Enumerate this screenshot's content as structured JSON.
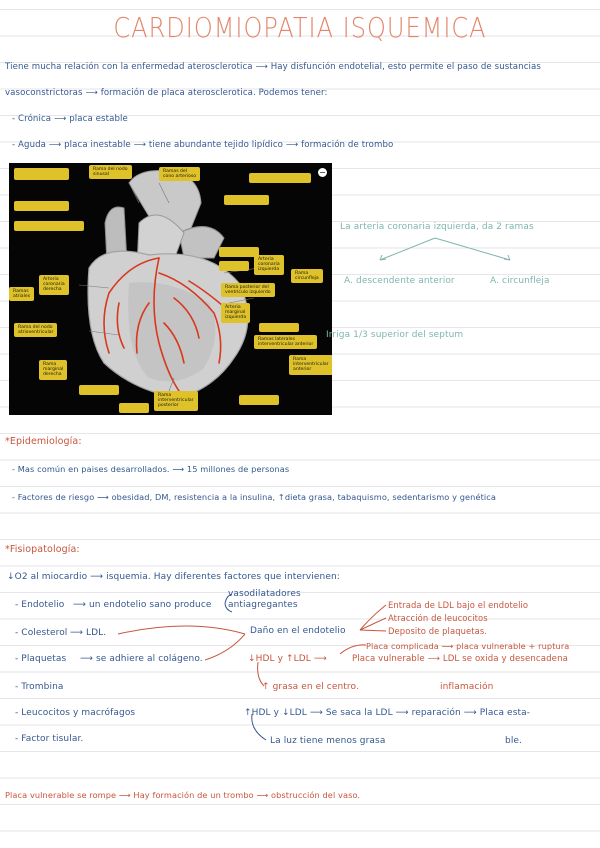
{
  "title": "CARDIOMIOPATIA ISQUEMICA",
  "intro": {
    "line1": "Tiene mucha relación con la enfermedad aterosclerotica ⟶ Hay disfunción endotelial, esto permite el paso de sustancias",
    "line2": "vasoconstrictoras ⟶ formación de placa aterosclerotica. Podemos tener:",
    "cronica": "- Crónica ⟶ placa estable",
    "aguda": "- Aguda ⟶ placa inestable ⟶ tiene abundante tejido lipídico ⟶ formación de trombo"
  },
  "figure": {
    "labels": {
      "nodo_sinusal": "Rama del nodo\nsinusal",
      "cono_arterioso": "Ramas del\ncono arterioso",
      "conal_izquierda": "Arteria\ncoronaria\nizquierda",
      "circunfleja": "Rama\ncircunfleja",
      "coronaria_derecha": "Arteria\ncoronaria\nderecha",
      "ramas_atriales": "Ramas\natriales",
      "posterior_ventriculo": "Rama posterior del\nventrículo izquierdo",
      "marginal_izquierda": "Arteria\nmarginal\nizquierda",
      "nodo_av": "Rama del nodo\natrioventricular",
      "interventricular_anterior_lat": "Ramas laterales\ninterventricular anterior",
      "marginal_derecha": "Rama\nmarginal\nderecha",
      "interventricular_anterior": "Rama\ninterventricular\nanterior",
      "interventricular_posterior": "Rama\ninterventricular\nposterior"
    },
    "button": "−"
  },
  "side_notes": {
    "arteria": "La arteria coronaria izquierda, da 2 ramas",
    "desc_anterior": "A. descendente anterior",
    "circunfleja": "A. circunfleja",
    "irriga": "Irriga 1/3 superior del septum"
  },
  "epidemiologia": {
    "heading": "*Epidemiología:",
    "line1": "- Mas común en paises desarrollados. ⟶ 15 millones de personas",
    "line2": "- Factores de riesgo ⟶ obesidad, DM, resistencia a la insulina, ↑dieta grasa, tabaquismo, sedentarismo y genética"
  },
  "fisiopatologia": {
    "heading": "*Fisiopatología:",
    "o2": "↓O2 al miocardio ⟶ isquemia. Hay diferentes factores que intervienen:",
    "items": [
      "- Endotelio",
      "- Colesterol",
      "- Plaquetas",
      "- Trombina",
      "- Leucocitos y macrófagos",
      "- Factor tisular."
    ],
    "endotelio_sano": "⟶ un endotelio sano produce",
    "vasodilatadores": "vasodilatadores",
    "antiagregantes": "antiagregantes",
    "ldl": "⟶ LDL.",
    "plaquetas_col": "⟶ se adhiere al colágeno.",
    "dano": "Daño en el endotelio",
    "entrada": "Entrada de LDL bajo el endotelio",
    "atraccion": "Atracción de leucocitos",
    "deposito": "Deposito de plaquetas.",
    "placa_compl": "Placa complicada ⟶ placa vulnerable + ruptura",
    "hdl_ldl": "↓HDL y ↑LDL ⟶",
    "placa_vuln": "Placa vulnerable ⟶ LDL se oxida y desencadena",
    "grasa": "↑ grasa en el centro.",
    "inflamacion": "inflamación",
    "hdl_ldl2": "↑HDL y ↓LDL ⟶ Se saca la LDL ⟶ reparación ⟶ Placa esta-",
    "ble": "ble.",
    "luz": "La luz tiene menos grasa"
  },
  "footer": "Placa vulnerable se rompe ⟶ Hay formación de un trombo ⟶ obstrucción del vaso."
}
